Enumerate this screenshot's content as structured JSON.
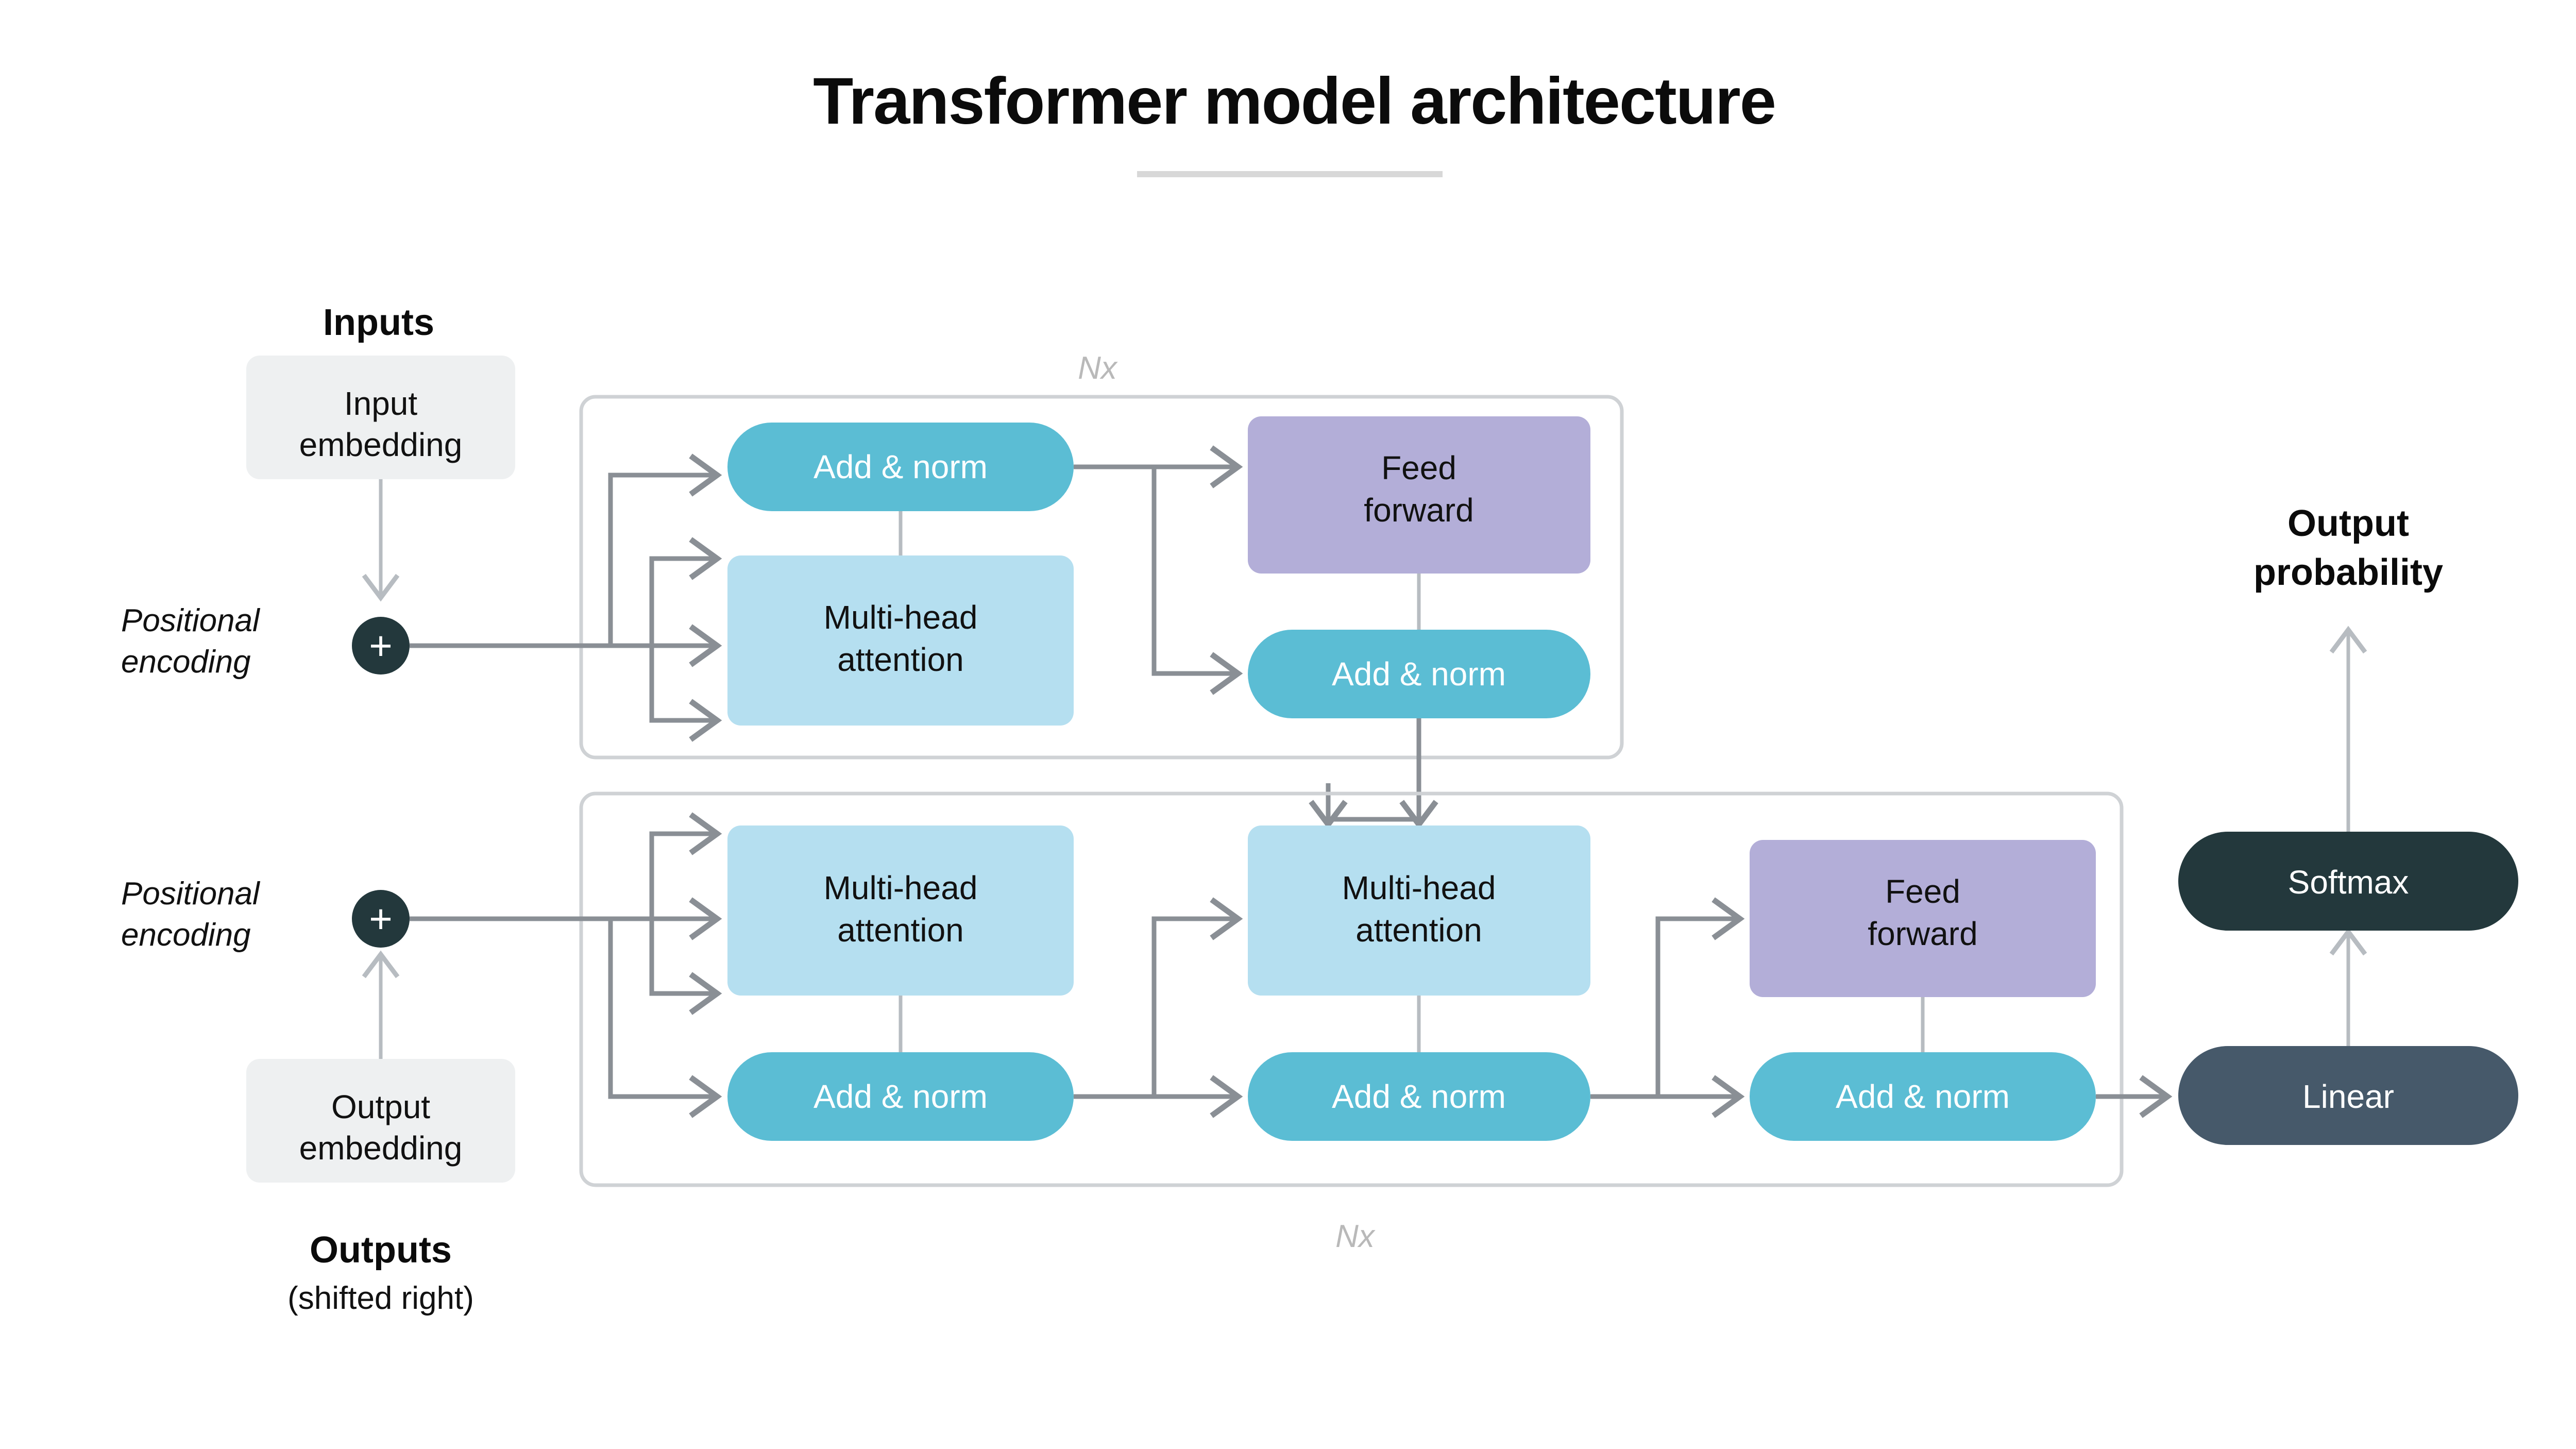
{
  "header": {
    "title": "Transformer model architecture",
    "divider_color": "#d8d8d8"
  },
  "palette": {
    "add_norm": "#5bbdd4",
    "multi_head_attention": "#b5dff0",
    "feed_forward": "#b3aed8",
    "embedding": "#eef0f1",
    "softmax": "#23383c",
    "linear": "#46596a",
    "plus_circle": "#23383c",
    "wire": "#8a8f95",
    "group_border": "#cfd2d5",
    "nx_label": "#b9b9b9"
  },
  "left_column": {
    "inputs_label": "Inputs",
    "input_embedding": "Input embedding",
    "input_embedding_line1": "Input",
    "input_embedding_line2": "embedding",
    "positional_encoding_top_line1": "Positional",
    "positional_encoding_top_line2": "encoding",
    "positional_encoding_bottom_line1": "Positional",
    "positional_encoding_bottom_line2": "encoding",
    "plus_symbol": "+",
    "output_embedding": "Output embedding",
    "output_embedding_line1": "Output",
    "output_embedding_line2": "embedding",
    "outputs_label": "Outputs",
    "outputs_sublabel": "(shifted right)"
  },
  "encoder": {
    "repeat_label": "Nx",
    "blocks": [
      {
        "id": "enc-add-norm-1",
        "label": "Add & norm",
        "type": "add-norm"
      },
      {
        "id": "enc-multi-head-attention",
        "label_line1": "Multi-head",
        "label_line2": "attention",
        "label": "Multi-head attention",
        "type": "attention"
      },
      {
        "id": "enc-feed-forward",
        "label_line1": "Feed",
        "label_line2": "forward",
        "label": "Feed forward",
        "type": "feed-forward"
      },
      {
        "id": "enc-add-norm-2",
        "label": "Add & norm",
        "type": "add-norm"
      }
    ]
  },
  "decoder": {
    "repeat_label": "Nx",
    "blocks": [
      {
        "id": "dec-masked-multi-head-attention",
        "label_line1": "Multi-head",
        "label_line2": "attention",
        "label": "Multi-head attention",
        "type": "attention"
      },
      {
        "id": "dec-add-norm-1",
        "label": "Add & norm",
        "type": "add-norm"
      },
      {
        "id": "dec-cross-multi-head-attention",
        "label_line1": "Multi-head",
        "label_line2": "attention",
        "label": "Multi-head attention",
        "type": "attention"
      },
      {
        "id": "dec-add-norm-2",
        "label": "Add & norm",
        "type": "add-norm"
      },
      {
        "id": "dec-feed-forward",
        "label_line1": "Feed",
        "label_line2": "forward",
        "label": "Feed forward",
        "type": "feed-forward"
      },
      {
        "id": "dec-add-norm-3",
        "label": "Add & norm",
        "type": "add-norm"
      }
    ]
  },
  "output_head": {
    "linear": "Linear",
    "softmax": "Softmax",
    "output_probability": "Output probability",
    "output_probability_line1": "Output",
    "output_probability_line2": "probability"
  },
  "chart_data": {
    "type": "diagram",
    "title": "Transformer model architecture",
    "nodes": [
      {
        "id": "input-embedding",
        "label": "Input embedding",
        "group": "input",
        "color": "#eef0f1"
      },
      {
        "id": "pos-enc-encoder",
        "label": "Positional encoding",
        "group": "input",
        "color": "#23383c"
      },
      {
        "id": "enc-add-norm-1",
        "label": "Add & norm",
        "group": "encoder",
        "color": "#5bbdd4"
      },
      {
        "id": "enc-multi-head-attention",
        "label": "Multi-head attention",
        "group": "encoder",
        "color": "#b5dff0"
      },
      {
        "id": "enc-feed-forward",
        "label": "Feed forward",
        "group": "encoder",
        "color": "#b3aed8"
      },
      {
        "id": "enc-add-norm-2",
        "label": "Add & norm",
        "group": "encoder",
        "color": "#5bbdd4"
      },
      {
        "id": "output-embedding",
        "label": "Output embedding",
        "group": "output-input",
        "color": "#eef0f1"
      },
      {
        "id": "pos-enc-decoder",
        "label": "Positional encoding",
        "group": "output-input",
        "color": "#23383c"
      },
      {
        "id": "dec-masked-multi-head-attention",
        "label": "Multi-head attention",
        "group": "decoder",
        "color": "#b5dff0"
      },
      {
        "id": "dec-add-norm-1",
        "label": "Add & norm",
        "group": "decoder",
        "color": "#5bbdd4"
      },
      {
        "id": "dec-cross-multi-head-attention",
        "label": "Multi-head attention",
        "group": "decoder",
        "color": "#b5dff0"
      },
      {
        "id": "dec-add-norm-2",
        "label": "Add & norm",
        "group": "decoder",
        "color": "#5bbdd4"
      },
      {
        "id": "dec-feed-forward",
        "label": "Feed forward",
        "group": "decoder",
        "color": "#b3aed8"
      },
      {
        "id": "dec-add-norm-3",
        "label": "Add & norm",
        "group": "decoder",
        "color": "#5bbdd4"
      },
      {
        "id": "linear",
        "label": "Linear",
        "group": "head",
        "color": "#46596a"
      },
      {
        "id": "softmax",
        "label": "Softmax",
        "group": "head",
        "color": "#23383c"
      },
      {
        "id": "output-probability",
        "label": "Output probability",
        "group": "head",
        "color": "#0b0b0b"
      }
    ],
    "edges": [
      {
        "from": "input-embedding",
        "to": "pos-enc-encoder"
      },
      {
        "from": "pos-enc-encoder",
        "to": "enc-multi-head-attention"
      },
      {
        "from": "pos-enc-encoder",
        "to": "enc-add-norm-1"
      },
      {
        "from": "enc-multi-head-attention",
        "to": "enc-add-norm-1"
      },
      {
        "from": "enc-add-norm-1",
        "to": "enc-feed-forward"
      },
      {
        "from": "enc-add-norm-1",
        "to": "enc-add-norm-2"
      },
      {
        "from": "enc-feed-forward",
        "to": "enc-add-norm-2"
      },
      {
        "from": "enc-add-norm-2",
        "to": "dec-cross-multi-head-attention"
      },
      {
        "from": "output-embedding",
        "to": "pos-enc-decoder"
      },
      {
        "from": "pos-enc-decoder",
        "to": "dec-masked-multi-head-attention"
      },
      {
        "from": "pos-enc-decoder",
        "to": "dec-add-norm-1"
      },
      {
        "from": "dec-masked-multi-head-attention",
        "to": "dec-add-norm-1"
      },
      {
        "from": "dec-add-norm-1",
        "to": "dec-cross-multi-head-attention"
      },
      {
        "from": "dec-add-norm-1",
        "to": "dec-add-norm-2"
      },
      {
        "from": "dec-cross-multi-head-attention",
        "to": "dec-add-norm-2"
      },
      {
        "from": "dec-add-norm-2",
        "to": "dec-feed-forward"
      },
      {
        "from": "dec-add-norm-2",
        "to": "dec-add-norm-3"
      },
      {
        "from": "dec-feed-forward",
        "to": "dec-add-norm-3"
      },
      {
        "from": "dec-add-norm-3",
        "to": "linear"
      },
      {
        "from": "linear",
        "to": "softmax"
      },
      {
        "from": "softmax",
        "to": "output-probability"
      }
    ],
    "groups": [
      {
        "id": "encoder",
        "label": "Nx"
      },
      {
        "id": "decoder",
        "label": "Nx"
      }
    ]
  }
}
